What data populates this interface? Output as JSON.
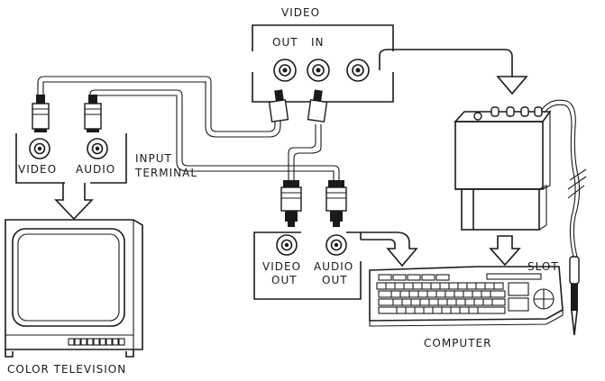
{
  "labels": {
    "video_top": "VIDEO",
    "out": "OUT",
    "in": "IN",
    "tv_video": "VIDEO",
    "tv_audio": "AUDIO",
    "input": "INPUT",
    "terminal": "TERMINAL",
    "comp_video": "VIDEO",
    "comp_video_out": "OUT",
    "comp_audio": "AUDIO",
    "comp_audio_out": "OUT",
    "slot": "SLOT",
    "computer": "COMPUTER",
    "color_tv": "COLOR TELEVISION"
  },
  "colors": {
    "ink": "#1a1a1a",
    "paper": "#ffffff"
  }
}
